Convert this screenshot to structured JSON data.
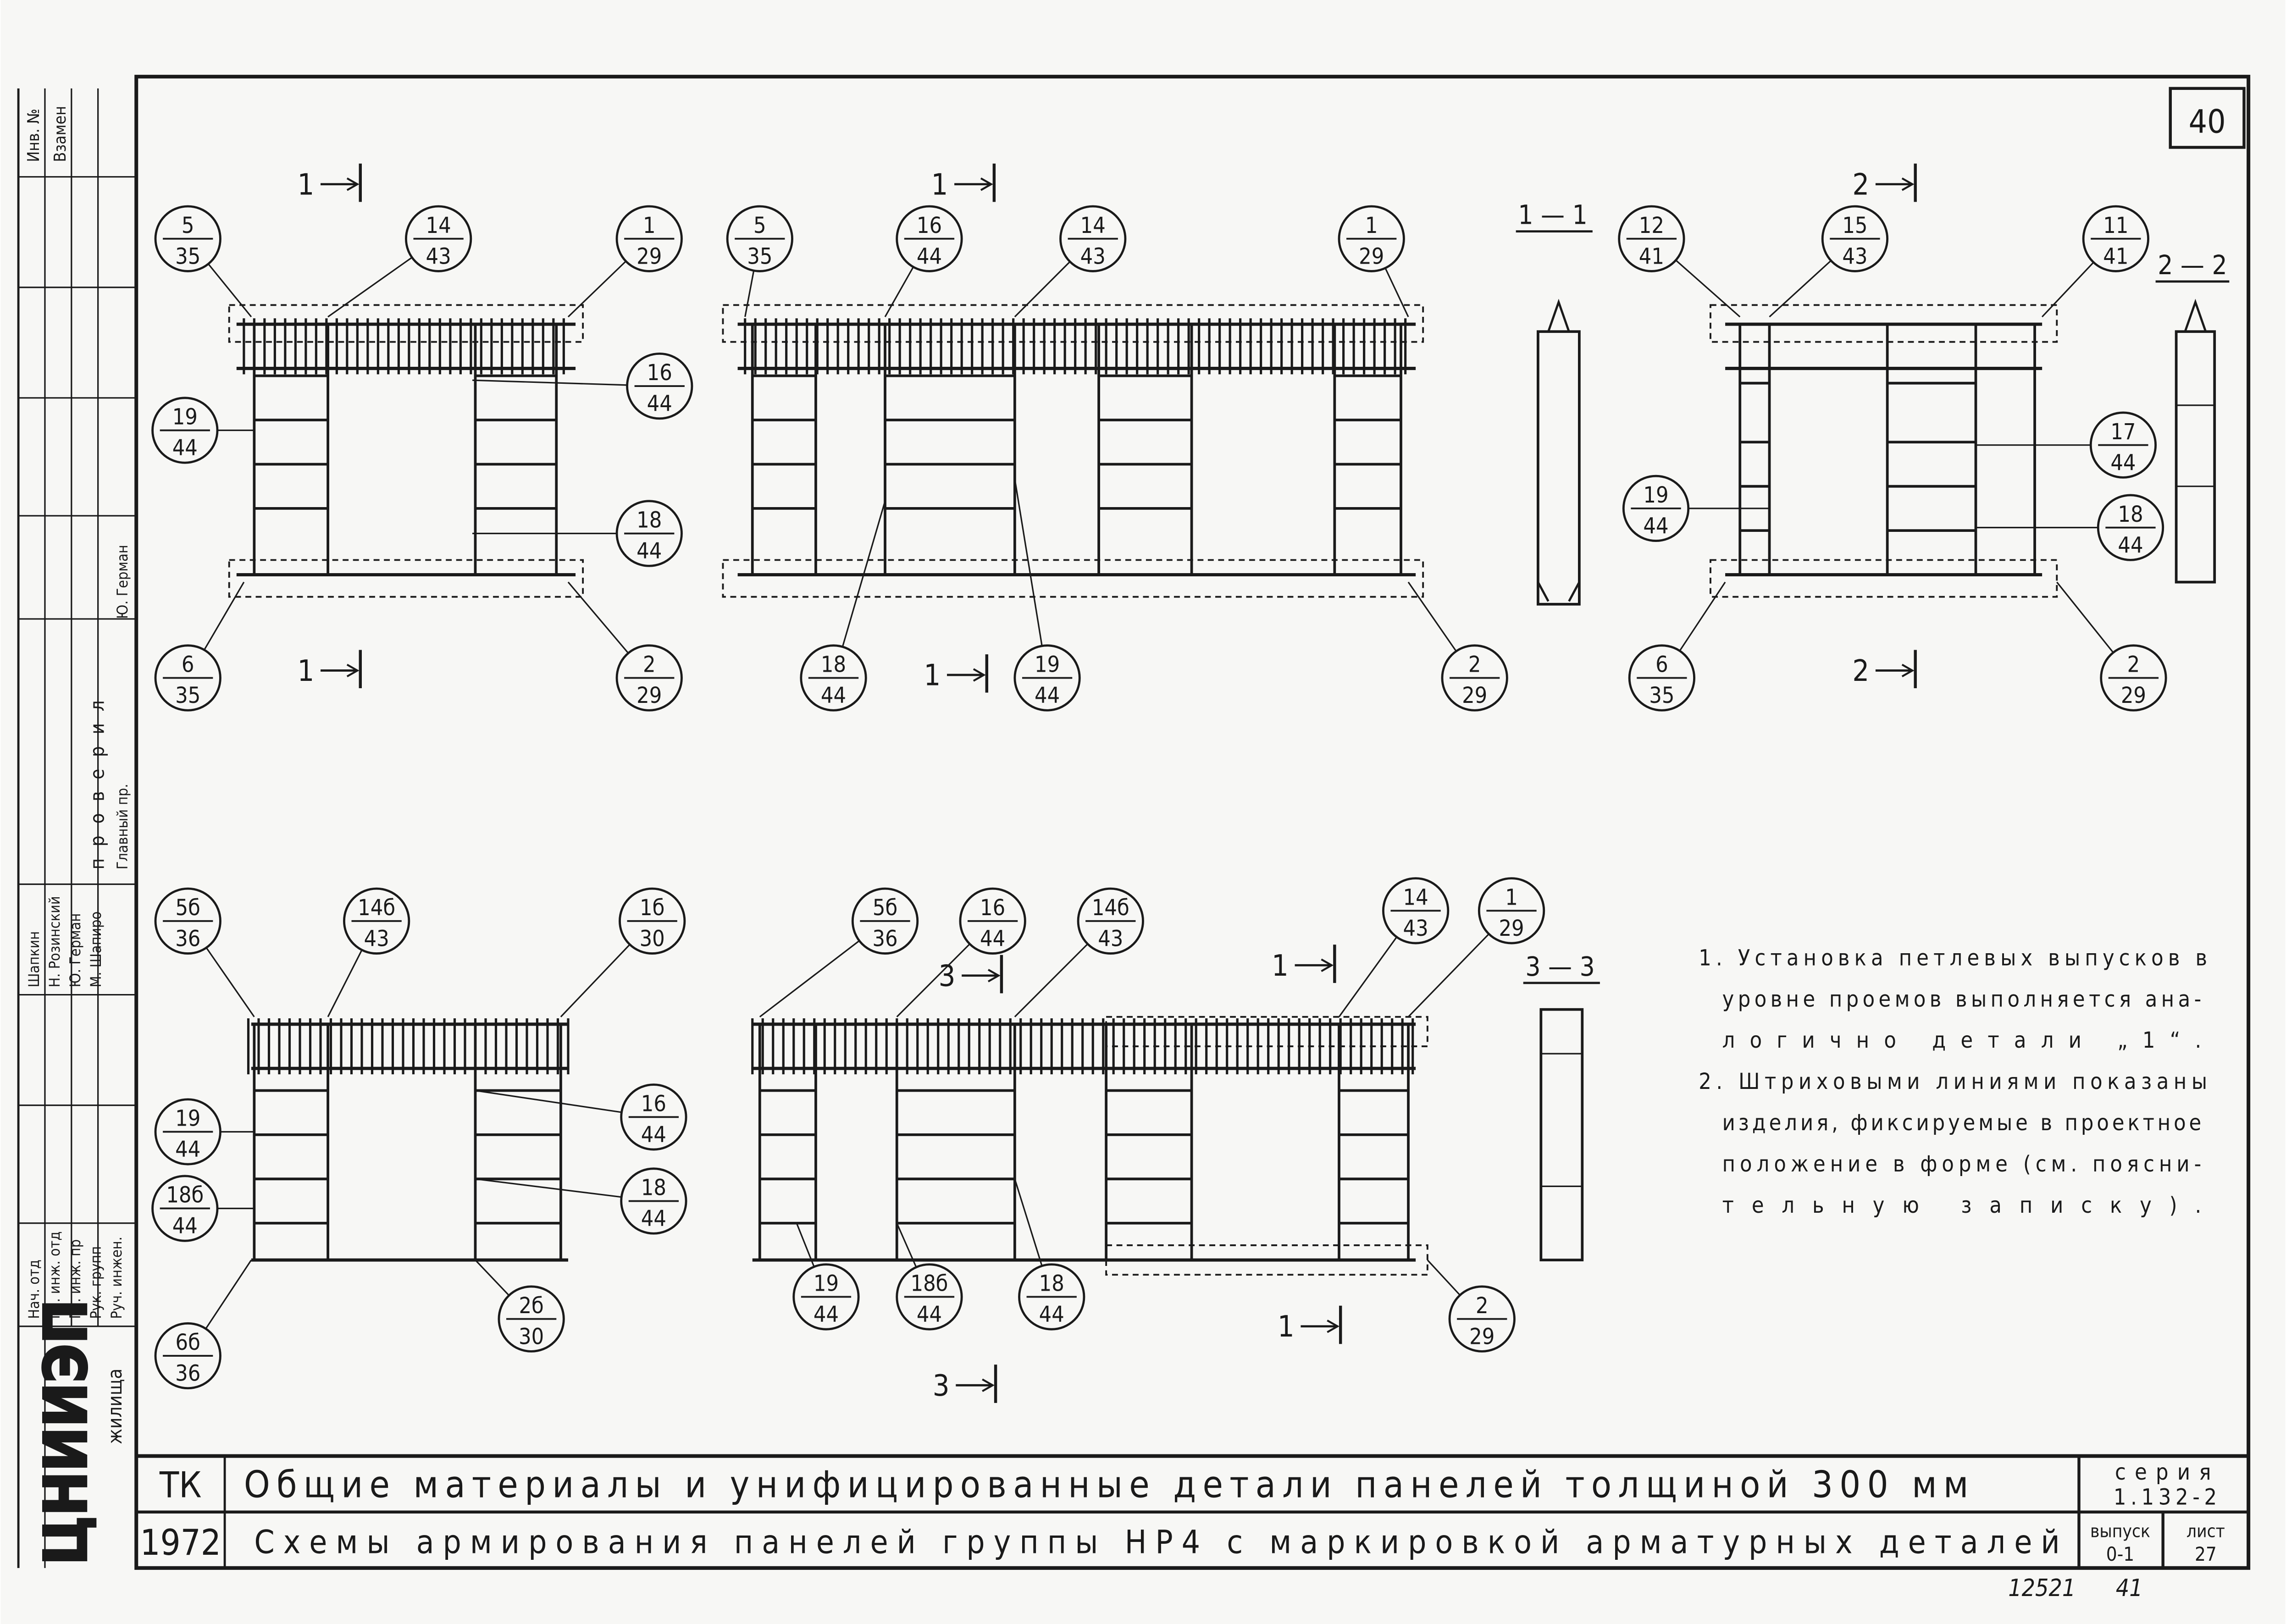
{
  "sheet_number": "40",
  "colors": {
    "paper": "#f7f7f5",
    "ink": "#1a1a1a"
  },
  "left_stamp": {
    "top_labels": [
      "Инв. №",
      "Взамен"
    ],
    "roles": [
      "Нач. отд",
      "Гл. инж. отд",
      "Гл. инж. пр",
      "Рук. групп",
      "Руч. инжен."
    ],
    "names": [
      "Шапкин",
      "Н. Розинский",
      "Ю. Герман",
      "М. Шапиро",
      ""
    ],
    "check_label": "проверил",
    "check_role": "Главный пр.",
    "check_name": "Ю. Герман",
    "org_name": "жилища",
    "logo_text": "ЦНИИЭП"
  },
  "section_titles": [
    "1 — 1",
    "2 — 2",
    "3 — 3"
  ],
  "section_marks": [
    "1",
    "1",
    "1",
    "1",
    "2",
    "2",
    "3",
    "1",
    "1",
    "3"
  ],
  "callouts": [
    {
      "top": "5",
      "bottom": "35"
    },
    {
      "top": "14",
      "bottom": "43"
    },
    {
      "top": "1",
      "bottom": "29"
    },
    {
      "top": "16",
      "bottom": "44"
    },
    {
      "top": "19",
      "bottom": "44"
    },
    {
      "top": "18",
      "bottom": "44"
    },
    {
      "top": "6",
      "bottom": "35"
    },
    {
      "top": "2",
      "bottom": "29"
    },
    {
      "top": "5",
      "bottom": "35"
    },
    {
      "top": "16",
      "bottom": "44"
    },
    {
      "top": "14",
      "bottom": "43"
    },
    {
      "top": "1",
      "bottom": "29"
    },
    {
      "top": "18",
      "bottom": "44"
    },
    {
      "top": "19",
      "bottom": "44"
    },
    {
      "top": "2",
      "bottom": "29"
    },
    {
      "top": "12",
      "bottom": "41"
    },
    {
      "top": "15",
      "bottom": "43"
    },
    {
      "top": "11",
      "bottom": "41"
    },
    {
      "top": "17",
      "bottom": "44"
    },
    {
      "top": "19",
      "bottom": "44"
    },
    {
      "top": "18",
      "bottom": "44"
    },
    {
      "top": "6",
      "bottom": "35"
    },
    {
      "top": "2",
      "bottom": "29"
    },
    {
      "top": "5б",
      "bottom": "36"
    },
    {
      "top": "14б",
      "bottom": "43"
    },
    {
      "top": "1б",
      "bottom": "30"
    },
    {
      "top": "19",
      "bottom": "44"
    },
    {
      "top": "18б",
      "bottom": "44"
    },
    {
      "top": "16",
      "bottom": "44"
    },
    {
      "top": "18",
      "bottom": "44"
    },
    {
      "top": "6б",
      "bottom": "36"
    },
    {
      "top": "2б",
      "bottom": "30"
    },
    {
      "top": "5б",
      "bottom": "36"
    },
    {
      "top": "16",
      "bottom": "44"
    },
    {
      "top": "14б",
      "bottom": "43"
    },
    {
      "top": "14",
      "bottom": "43"
    },
    {
      "top": "1",
      "bottom": "29"
    },
    {
      "top": "19",
      "bottom": "44"
    },
    {
      "top": "18б",
      "bottom": "44"
    },
    {
      "top": "18",
      "bottom": "44"
    },
    {
      "top": "2",
      "bottom": "29"
    }
  ],
  "notes": [
    [
      "1. Установка петлевых выпусков в",
      "уровне проемов выполняется ана-",
      "логично детали „1“."
    ],
    [
      "2. Штриховыми линиями показаны",
      "изделия, фиксируемые в проектное",
      "положение в форме (см. поясни-",
      "тельную записку)."
    ]
  ],
  "title_block": {
    "code": "ТК",
    "year": "1972",
    "line1": "Общие материалы и унифицированные детали панелей толщиной 300 мм",
    "line2": "Схемы армирования панелей группы НР4 с маркировкой арматурных деталей",
    "series_label": "серия",
    "series_value": "1.132-2",
    "issue_label": "выпуск",
    "issue_value": "0-1",
    "sheet_label": "лист",
    "sheet_value": "27"
  },
  "footer_numbers": [
    "12521",
    "41"
  ]
}
